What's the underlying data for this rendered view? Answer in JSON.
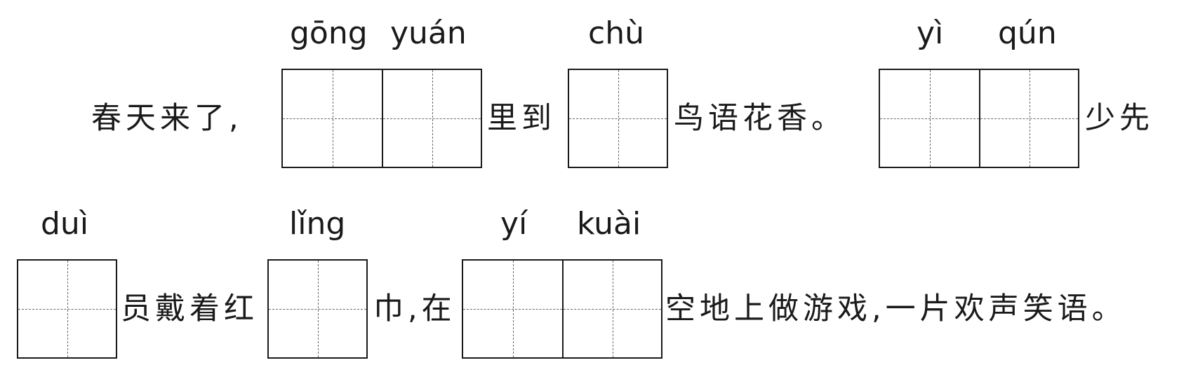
{
  "line1": {
    "pinyin_gong": "gōng",
    "pinyin_yuan": "yuán",
    "pinyin_chu": "chù",
    "pinyin_yi": "yì",
    "pinyin_qun": "qún",
    "text_1": "春天来了,",
    "text_2": "里到",
    "text_3": "鸟语花香。",
    "text_4": "少先"
  },
  "line2": {
    "pinyin_dui": "duì",
    "pinyin_ling": "lǐng",
    "pinyin_yi": "yí",
    "pinyin_kuai": "kuài",
    "text_1": "员戴着红",
    "text_2": "巾,在",
    "text_3": "空地上做游戏,一片欢声笑语。"
  }
}
